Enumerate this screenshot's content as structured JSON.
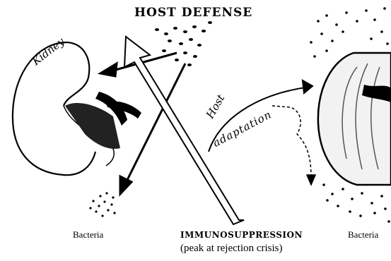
{
  "diagram": {
    "host_defense_label": "HOST DEFENSE",
    "kidney_label": "Kidney",
    "host_label": "Host",
    "adaptation_label": "adaptation",
    "bacteria_left_label": "Bacteria",
    "bacteria_right_label": "Bacteria",
    "immunosuppression_label": "IMMUNOSUPPRESSION",
    "rejection_note": "(peak at rejection crisis)"
  },
  "colors": {
    "ink": "#000000",
    "paper": "#ffffff"
  }
}
